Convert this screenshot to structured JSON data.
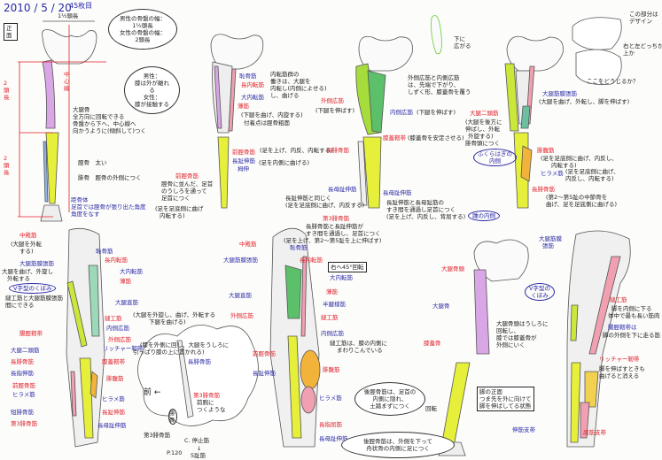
{
  "header": {
    "date": "2010 / 5 / 20",
    "sheet": "45枚目",
    "view_tag": "正面",
    "pelvis_width": "1½頭長"
  },
  "colors": {
    "red": "#e0202a",
    "blue": "#2a2aa8",
    "femur": "#d9a6e6",
    "tibia": "#e6f03a",
    "fibula": "#8fb5e6",
    "green": "#5cbf6a",
    "orange": "#f2b33a",
    "pink": "#f0a0b0"
  },
  "fig1": {
    "thigh_len": "2頭長",
    "shin_len": "2頭長",
    "center_line": "中心線",
    "bubble_pelvis": [
      "男性の骨盤の幅：",
      "1½頭長",
      "女性の骨盤の幅：",
      "2頭長"
    ],
    "bubble_knee": [
      "男性：",
      "膝は外が離れる",
      "女性：",
      "膝が接触する"
    ],
    "femur": [
      "大腿骨",
      "全方向に回転できる",
      "骨盤から下へ、中心線へ",
      "向かうように(傾斜して)つく"
    ],
    "tibia": "脛骨　太い",
    "fibula": "腓骨　脛骨の外側につく",
    "talus": [
      "距骨体",
      "足首では脛骨が張り出た角度",
      "角度をなす"
    ]
  },
  "fig2": {
    "labels": [
      "恥骨筋",
      "長内転筋",
      "大内転筋",
      "薄筋",
      "(下腿を曲げ、内旋する)",
      "付着点は脛骨粗面",
      "前脛骨筋",
      "(足を上げ、内反、内転する)",
      "長趾伸筋",
      "拇伸",
      "(足を内側に曲げる)",
      "前脛骨筋",
      "脛骨に並んだ、足首",
      "のうしろを通って",
      "足首につく",
      "(足を足底側に曲げ",
      "内転する)"
    ],
    "note": [
      "内転筋群の",
      "働きは、大腿を",
      "内転し(内側によせる)",
      "し、曲げる"
    ]
  },
  "fig3": {
    "labels": [
      "外側広筋",
      "(下腿を伸ばす)",
      "内側広筋",
      "(下腿を伸ばす)",
      "膝蓋靭帯",
      "(膝蓋骨を安定させる)",
      "長腓骨筋",
      "長母趾伸筋",
      "長趾伸筋と同じく",
      "(足を足底側に曲げ、内反する)",
      "長母趾伸筋",
      "長趾伸筋と長母趾筋の",
      "すき間を通過し足首につく",
      "(足を上げ、内反し、背屈する)",
      "第3腓骨筋",
      "長腓骨筋と長趾伸筋が",
      "すき間を通過し、足首につく",
      "(足を上げ、第2〜第5趾を上に伸ばす)"
    ],
    "note": [
      "外側広筋と内側広筋",
      "は、先端で下がり、",
      "しずく形、膝蓋骨を覆う"
    ],
    "small": [
      "下に",
      "広がる"
    ]
  },
  "fig4": {
    "labels": [
      "大腿筋膜張筋",
      "(大腿を曲げ、外転し、脚を伸ばす)",
      "大腿二頭筋",
      "(大腿を後方に",
      "伸ばし、外転",
      "外旋する)",
      "腓骨頭につく",
      "腓腹筋",
      "(足を足底側に曲げ、内反し、",
      "内転する)",
      "ヒラメ筋",
      "(足を足底側に曲げ、",
      "内反し、内転する)",
      "長腓骨筋",
      "(第2〜第5趾の中節骨を",
      "曲げ、足を足底側に曲げる)"
    ],
    "ovals": [
      "ふくらはぎの",
      "内側",
      "踵の内側"
    ],
    "sketch": [
      "この部分は",
      "デザイン",
      "右と左どっちが",
      "上か",
      "ここをどうじるか？"
    ]
  },
  "fig5": {
    "red": [
      "中殿筋",
      "長内転筋",
      "薄筋",
      "縫工筋",
      "外側広筋",
      "腸脛靭帯",
      "膝蓋靭帯",
      "長腓骨筋",
      "前脛骨筋",
      "腓腹筋",
      "長趾伸筋",
      "第3腓骨筋"
    ],
    "blue": [
      "大腿筋膜張筋",
      "恥骨筋",
      "大内転筋",
      "大腿直筋",
      "内側広筋",
      "リッチャー靭帯",
      "大腿二頭筋",
      "長指伸筋",
      "短腓骨筋",
      "ヒラメ筋",
      "ヒラメ筋",
      "長母趾伸筋"
    ],
    "black": [
      "(大腿を外転",
      "する)",
      "大腿を曲げ、外旋し",
      "外転する",
      "縫工筋と大腿筋膜張筋",
      "間にできる",
      "(大腿を外旋し、曲げ、外転する",
      "下腿を曲げる)",
      "(膝を外側に回し、大腿をうしろに",
      "引っぱり膝の上に置かれる)"
    ],
    "oval": "V字型のくぼみ"
  },
  "cloud": {
    "front": "前 ←",
    "labels": [
      "長腓骨筋",
      "第3腓骨筋",
      "腓骨",
      "第3腓骨筋",
      "C. 停止筋",
      "↓",
      "5趾筋",
      "P.120"
    ],
    "note": [
      "前腕に",
      "つくような"
    ]
  },
  "fig6": {
    "red": [
      "中殿筋",
      "長内転筋",
      "薄筋",
      "縫工筋",
      "外側広筋",
      "前脛骨筋",
      "腓腹筋",
      "長指屈筋"
    ],
    "blue": [
      "大腿筋膜張筋",
      "恥骨筋",
      "大内転筋",
      "半腱様筋",
      "大腿直筋",
      "内側広筋",
      "長趾伸筋",
      "ヒラメ筋",
      "長母趾伸筋"
    ],
    "rotate": "右へ45°回転",
    "note": [
      "縫工筋は、膝の内側に",
      "まわりこんでいる"
    ],
    "bubble1": [
      "後脛骨筋は、足首の",
      "内側に隠れ、",
      "土踏まずにつく"
    ],
    "bubble2": [
      "後脛骨筋は、外側を下って",
      "舟状骨の内側に足につく"
    ],
    "turn": "回転"
  },
  "fig7": {
    "labels": [
      "大腿骨頭",
      "大腿骨",
      "膝蓋骨"
    ],
    "note": [
      "大腿骨頭はうしろに",
      "回転し、",
      "膝では膝蓋骨が",
      "外側にいく"
    ],
    "box": [
      "脚の正面",
      "つま先を外に向けて",
      "脚を伸ばしてる状態"
    ]
  },
  "fig8": {
    "blue": [
      "大腿筋膜",
      "張筋",
      "腸脛靭帯は",
      "伸筋支帯"
    ],
    "red": [
      "縫工筋",
      "リッチャー靭帯",
      "屈筋支帯"
    ],
    "black": [
      "脚を内側に下る",
      "体中で最も長い筋肉",
      "脚の外側を下に走る筋",
      "脚を伸ばすときも",
      "曲げると消える"
    ],
    "oval": [
      "V字型の",
      "くぼみ"
    ]
  }
}
